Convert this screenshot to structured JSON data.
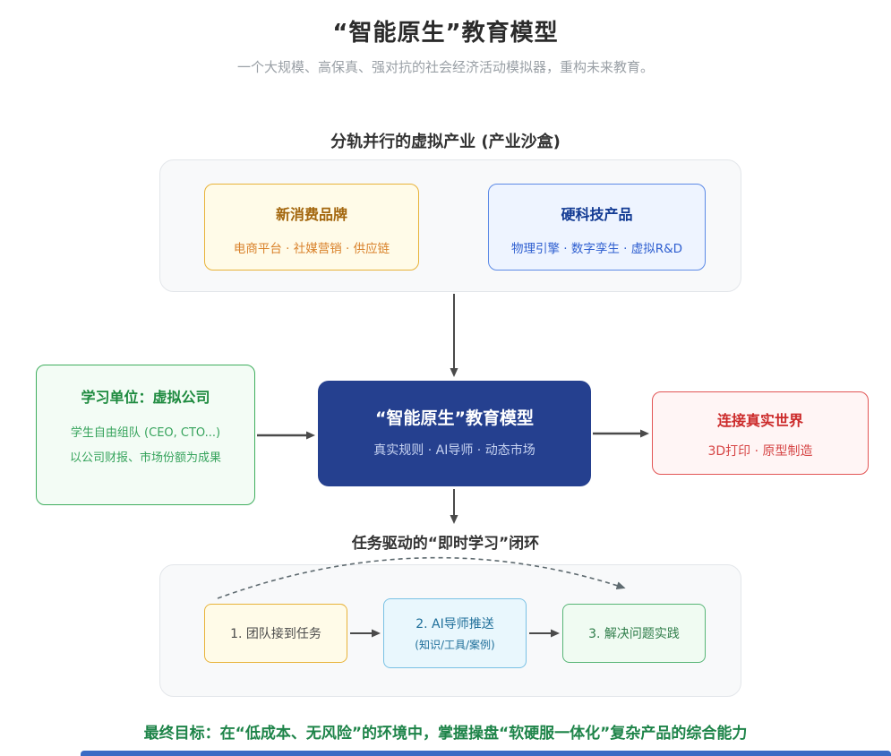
{
  "page": {
    "title": "“智能原生”教育模型",
    "subtitle": "一个大规模、高保真、强对抗的社会经济活动模拟器，重构未来教育。"
  },
  "sandbox": {
    "heading": "分轨并行的虚拟产业 (产业沙盒)",
    "consumer": {
      "title": "新消费品牌",
      "desc": "电商平台 · 社媒营销 · 供应链"
    },
    "tech": {
      "title": "硬科技产品",
      "desc": "物理引擎 · 数字孪生 · 虚拟R&D"
    }
  },
  "model": {
    "title": "“智能原生”教育模型",
    "desc": "真实规则 · AI导师 · 动态市场"
  },
  "learning_unit": {
    "title": "学习单位：虚拟公司",
    "line1": "学生自由组队 (CEO, CTO...)",
    "line2": "以公司财报、市场份额为成果"
  },
  "real_world": {
    "title": "连接真实世界",
    "desc": "3D打印 · 原型制造"
  },
  "loop": {
    "heading": "任务驱动的“即时学习”闭环",
    "step1": "1. 团队接到任务",
    "step2_title": "2. AI导师推送",
    "step2_sub": "(知识/工具/案例)",
    "step3": "3. 解决问题实践"
  },
  "footer": {
    "goal": "最终目标：在“低成本、无风险”的环境中，掌握操盘“软硬服一体化”复杂产品的综合能力"
  },
  "colors": {
    "center_box_bg": "#25408f",
    "panel_bg": "#f8f9fa",
    "orange_border": "#e8b339",
    "blue_border": "#5c8ae6",
    "cyan_border": "#79c1e4",
    "green_border": "#3fae5e",
    "red_border": "#e25555",
    "arrow": "#4a4a4a",
    "goal_text": "#1e8449",
    "bottom_bar": "#3a6bc4"
  }
}
